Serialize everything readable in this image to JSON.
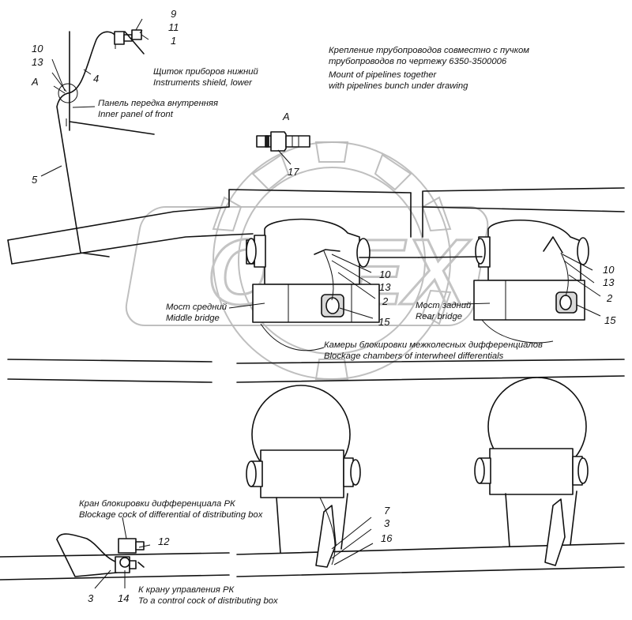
{
  "watermark": {
    "text": "OPEX"
  },
  "callouts": {
    "n1": "1",
    "n2a": "2",
    "n2b": "2",
    "n3a": "3",
    "n3b": "3",
    "n4": "4",
    "n5": "5",
    "n7": "7",
    "n9": "9",
    "n10a": "10",
    "n10b": "10",
    "n10c": "10",
    "n11": "11",
    "n12": "12",
    "n13a": "13",
    "n13b": "13",
    "n13c": "13",
    "n14": "14",
    "n15a": "15",
    "n15b": "15",
    "n16": "16",
    "n17": "17",
    "A1": "A",
    "A2": "A"
  },
  "labels": {
    "shield_ru": "Щиток приборов нижний",
    "shield_en": "Instruments shield, lower",
    "panel_ru": "Панель передка внутренняя",
    "panel_en": "Inner panel of front",
    "mount_ru_1": "Крепление трубопроводов совместно с пучком",
    "mount_ru_2": "трубопроводов по чертежу 6350-3500006",
    "mount_en_1": "Mount of pipelines together",
    "mount_en_2": "with pipelines bunch under drawing",
    "mid_ru": "Мост средний",
    "mid_en": "Middle bridge",
    "rear_ru": "Мост задний",
    "rear_en": "Rear bridge",
    "chambers_ru": "Камеры блокировки межколесных дифференциалов",
    "chambers_en": "Blockage chambers of interwheel differentials",
    "cock_ru": "Кран блокировки дифференциала РК",
    "cock_en": "Blockage cock of differential of distributing box",
    "ctrl_ru": "К крану управления РК",
    "ctrl_en": "To a control cock of distributing box"
  }
}
